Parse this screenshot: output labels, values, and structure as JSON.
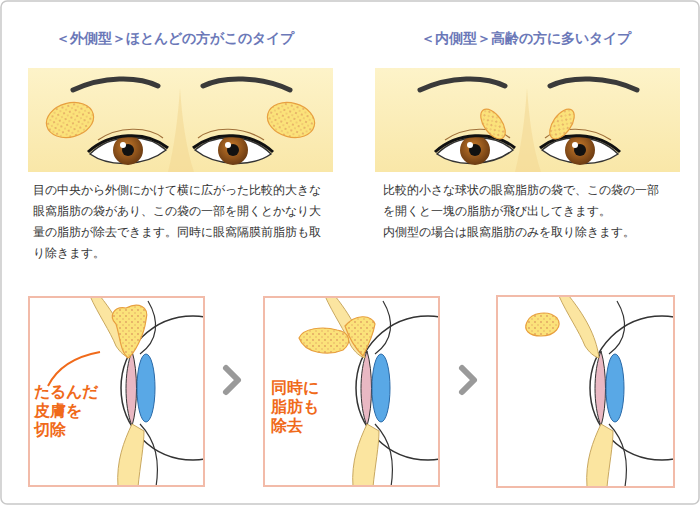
{
  "diagram": {
    "nodes": [
      {
        "text": [
          "たるんだ 皮膚を 切除"
        ]
      },
      {
        "text": [
          "同時に 脂肪も 除去"
        ]
      }
    ],
    "labels": [
      "＜外側型＞ほとんどの方がこのタイプ",
      "＜内側型＞高齢の方に多いタイプ",
      "目の中央から外側にかけて横に広がった比較的大きな眼窩脂肪の袋があり、この袋の一部を開くとかなり大量の脂肪が除去できます。同時に眼窩隔膜前脂肪も取り除きます。",
      "比較的小さな球状の眼窩脂肪の袋で、この袋の一部を開くと一塊の脂肪が飛び出してきます。",
      "内側型の場合は眼窩脂肪のみを取り除きます。"
    ]
  }
}
